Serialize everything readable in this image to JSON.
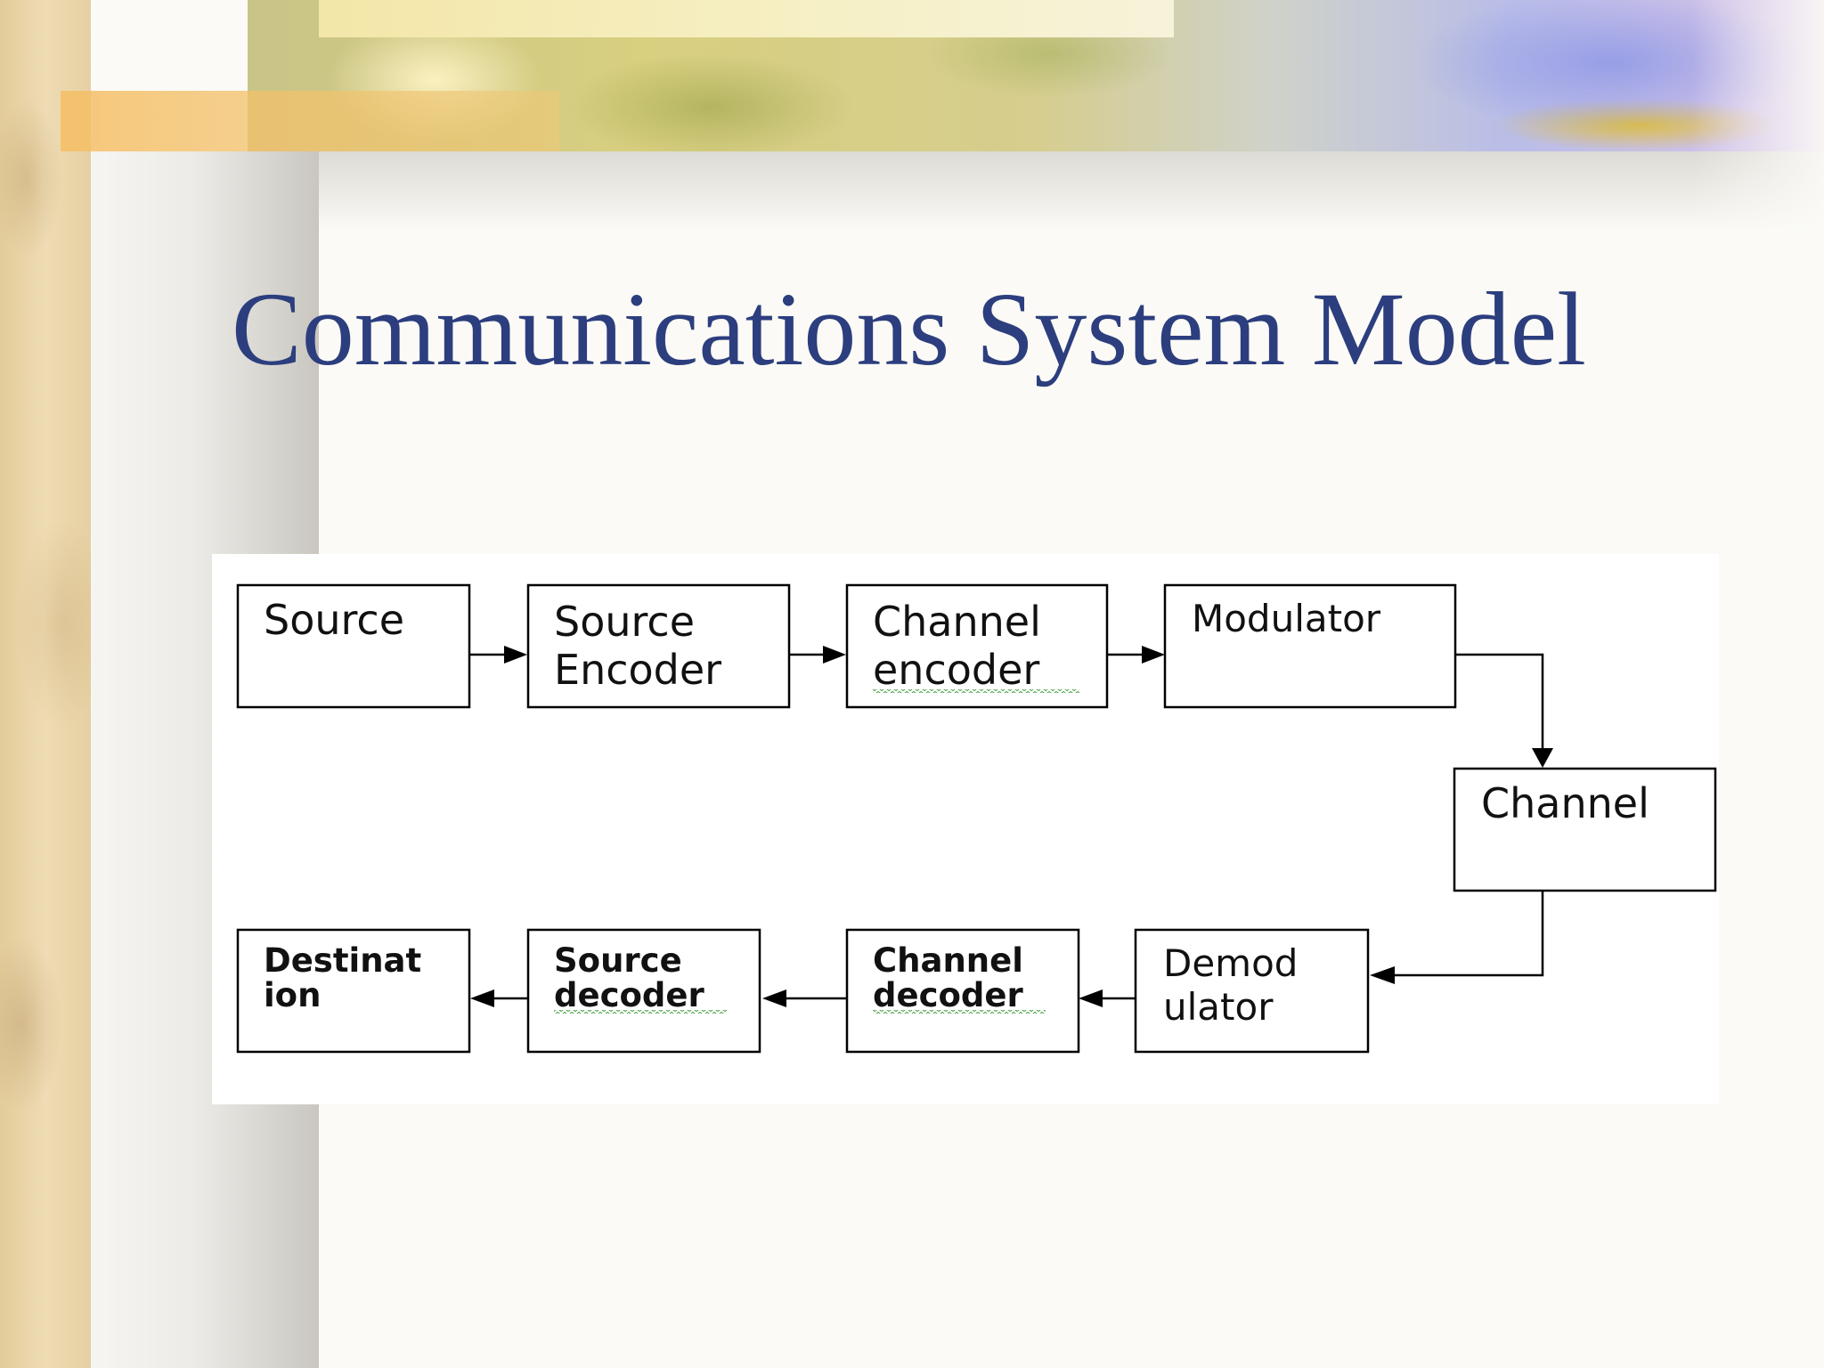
{
  "slide": {
    "title": "Communications System Model"
  },
  "diagram": {
    "nodes": [
      {
        "id": "source",
        "lines": [
          "Source"
        ]
      },
      {
        "id": "source-encoder",
        "lines": [
          "Source",
          "Encoder"
        ]
      },
      {
        "id": "channel-encoder",
        "lines": [
          "Channel",
          "encoder"
        ]
      },
      {
        "id": "modulator",
        "lines": [
          "Modulator"
        ]
      },
      {
        "id": "channel",
        "lines": [
          "Channel"
        ]
      },
      {
        "id": "demodulator",
        "lines": [
          "Demod",
          "ulator"
        ]
      },
      {
        "id": "channel-decoder",
        "lines": [
          "Channel",
          "decoder"
        ]
      },
      {
        "id": "source-decoder",
        "lines": [
          "Source",
          "decoder"
        ]
      },
      {
        "id": "destination",
        "lines": [
          "Destinat",
          "ion"
        ]
      }
    ],
    "edges": [
      {
        "from": "source",
        "to": "source-encoder"
      },
      {
        "from": "source-encoder",
        "to": "channel-encoder"
      },
      {
        "from": "channel-encoder",
        "to": "modulator"
      },
      {
        "from": "modulator",
        "to": "channel"
      },
      {
        "from": "channel",
        "to": "demodulator"
      },
      {
        "from": "demodulator",
        "to": "channel-decoder"
      },
      {
        "from": "channel-decoder",
        "to": "source-decoder"
      },
      {
        "from": "source-decoder",
        "to": "destination"
      }
    ]
  }
}
